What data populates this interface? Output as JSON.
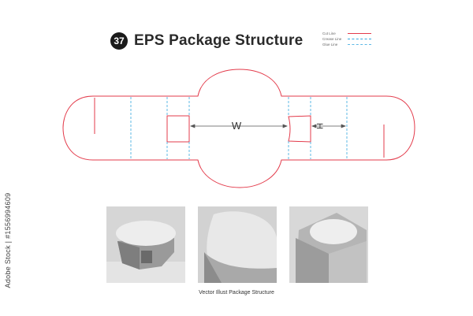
{
  "header": {
    "badge": "37",
    "title": "EPS Package Structure"
  },
  "legend": {
    "cut": "Cut Line",
    "crease": "Crease Line",
    "glue": "Glue Line"
  },
  "dimensions": {
    "width_label": "W",
    "height_label": "H"
  },
  "colors": {
    "cut_line": "#e33b4b",
    "crease_line": "#36a8e0",
    "dimension_line": "#555555"
  },
  "caption": "Vector Illust Package Structure",
  "side_text": "Adobe Stock | #1556994609"
}
